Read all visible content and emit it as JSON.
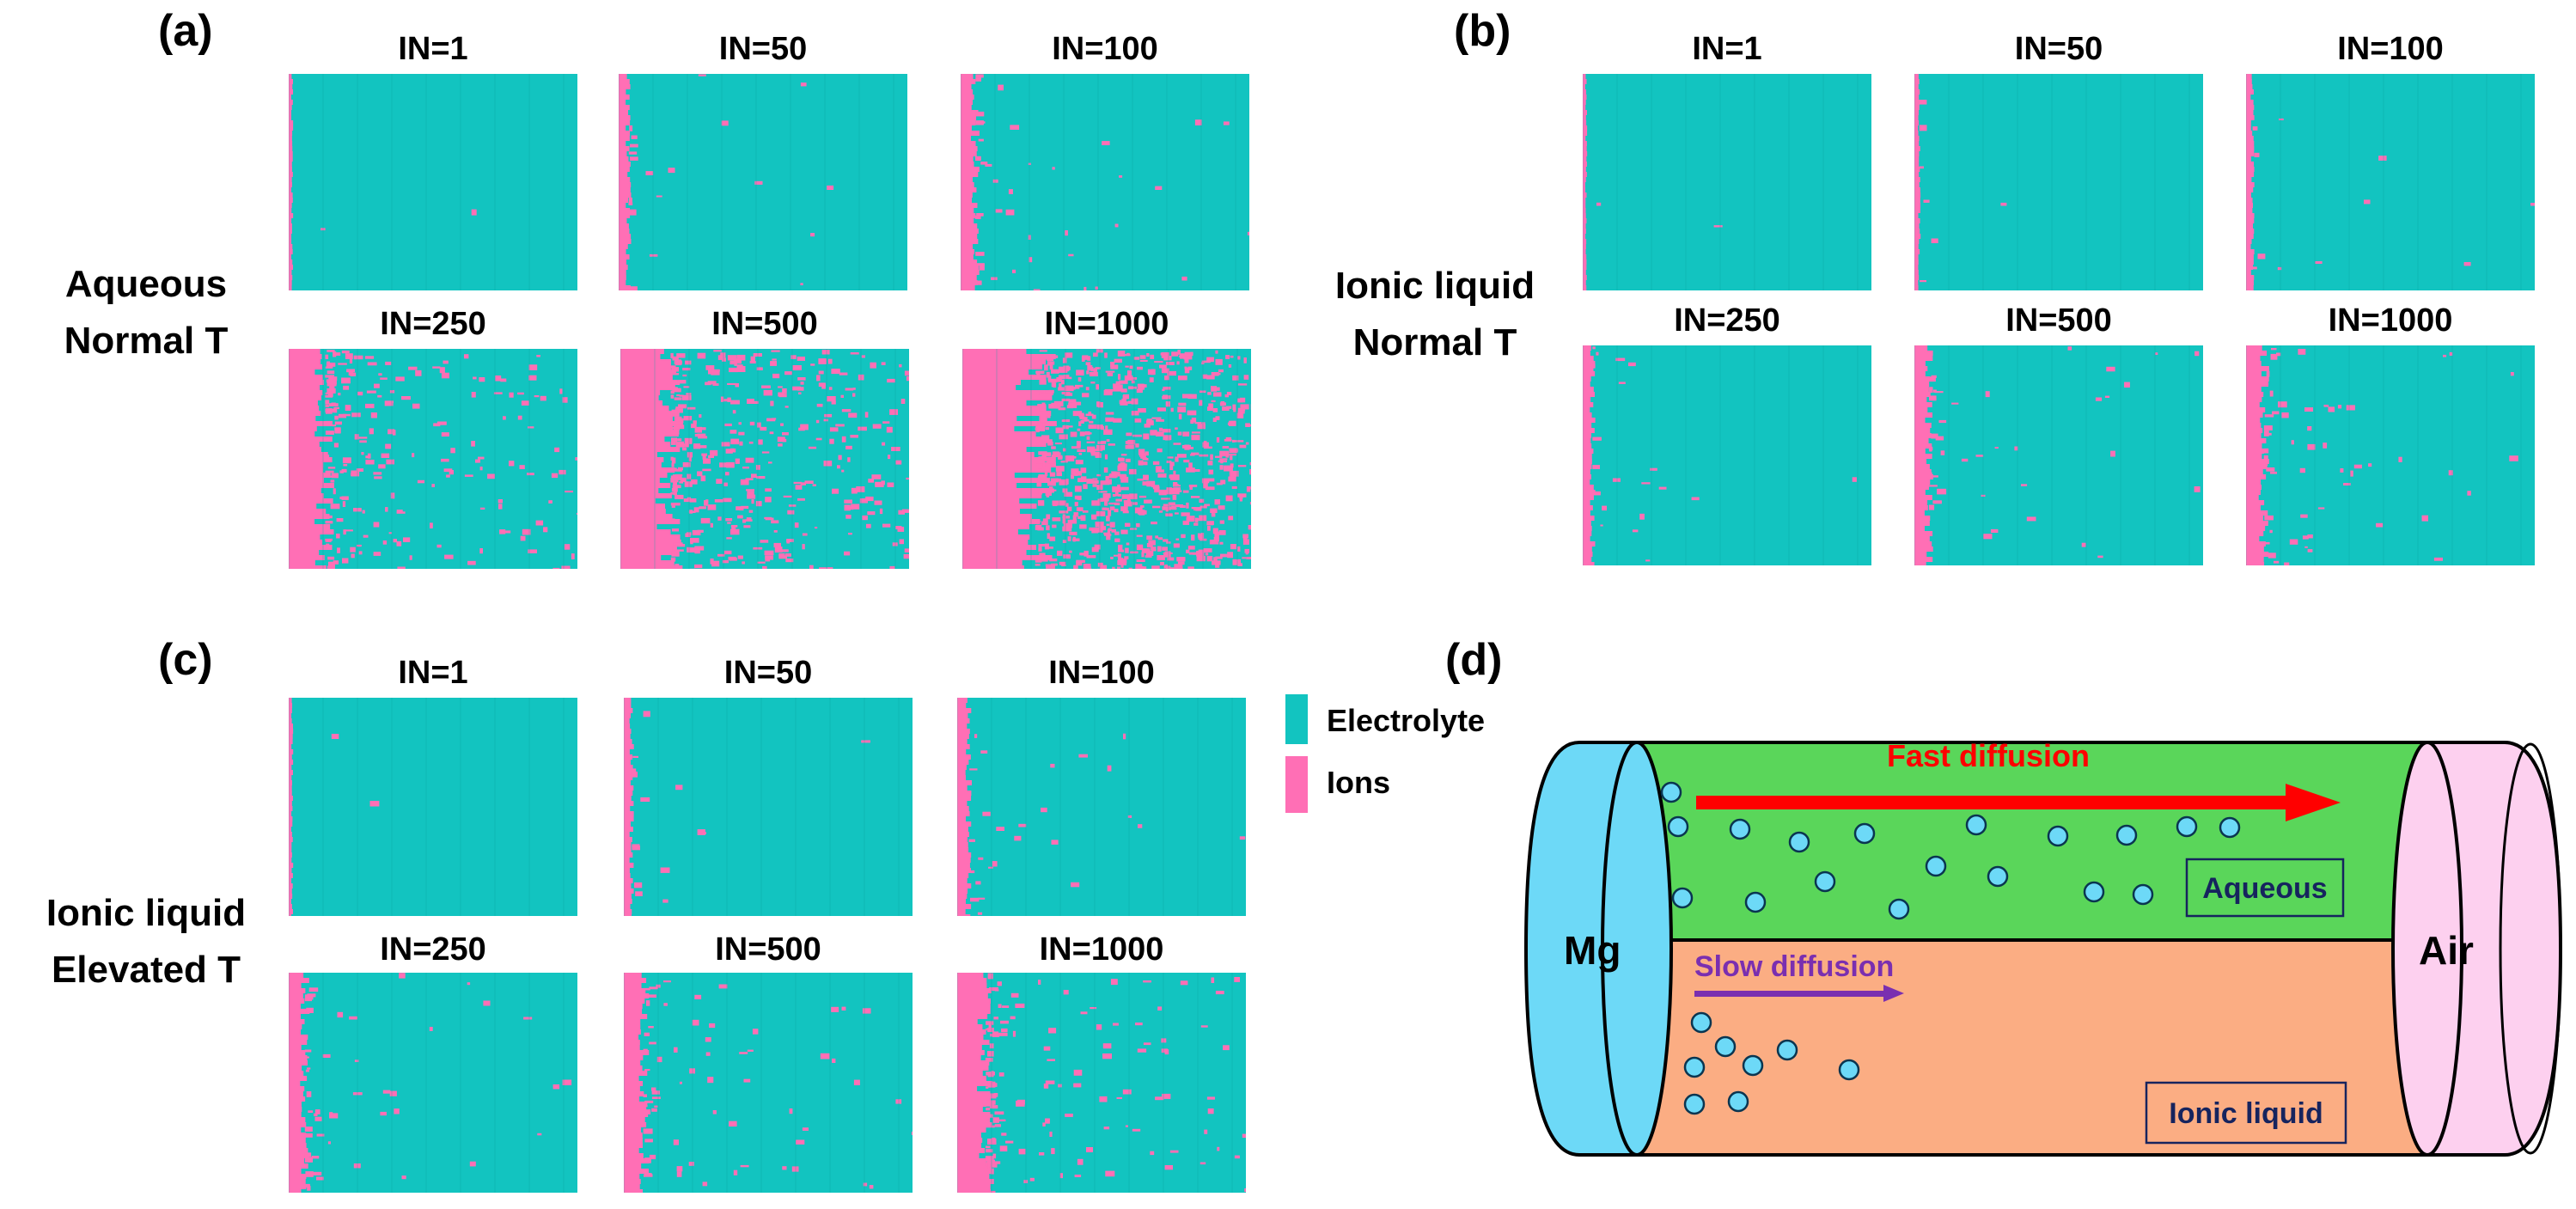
{
  "panels": [
    {
      "label": "(a)",
      "row_label": [
        "Aqueous",
        "Normal T"
      ],
      "snapshots": [
        {
          "title": "IN=1",
          "ion_level": 0.02
        },
        {
          "title": "IN=50",
          "ion_level": 0.12
        },
        {
          "title": "IN=100",
          "ion_level": 0.18
        },
        {
          "title": "IN=250",
          "ion_level": 0.45
        },
        {
          "title": "IN=500",
          "ion_level": 0.62
        },
        {
          "title": "IN=1000",
          "ion_level": 0.9
        }
      ]
    },
    {
      "label": "(b)",
      "row_label": [
        "Ionic liquid",
        "Normal T"
      ],
      "snapshots": [
        {
          "title": "IN=1",
          "ion_level": 0.02
        },
        {
          "title": "IN=50",
          "ion_level": 0.06
        },
        {
          "title": "IN=100",
          "ion_level": 0.08
        },
        {
          "title": "IN=250",
          "ion_level": 0.12
        },
        {
          "title": "IN=500",
          "ion_level": 0.18
        },
        {
          "title": "IN=1000",
          "ion_level": 0.22
        }
      ]
    },
    {
      "label": "(c)",
      "row_label": [
        "Ionic liquid",
        "Elevated T"
      ],
      "snapshots": [
        {
          "title": "IN=1",
          "ion_level": 0.02
        },
        {
          "title": "IN=50",
          "ion_level": 0.1
        },
        {
          "title": "IN=100",
          "ion_level": 0.14
        },
        {
          "title": "IN=250",
          "ion_level": 0.2
        },
        {
          "title": "IN=500",
          "ion_level": 0.24
        },
        {
          "title": "IN=1000",
          "ion_level": 0.35
        }
      ]
    }
  ],
  "legend": {
    "items": [
      {
        "label": "Electrolyte",
        "color": "#12c4c0"
      },
      {
        "label": "Ions",
        "color": "#ff6fb5"
      }
    ]
  },
  "diagram": {
    "label": "(d)",
    "left_cap": "Mg",
    "right_cap": "Air",
    "top_region": "Aqueous",
    "bottom_region": "Ionic liquid",
    "fast_arrow": "Fast diffusion",
    "slow_arrow": "Slow diffusion",
    "colors": {
      "mg": "#6dd9f7",
      "air": "#fdd0ef",
      "aqueous": "#5ad65a",
      "ionic": "#fbad83",
      "fast": "#ff0000",
      "slow": "#7a2fb0",
      "particle": "#6dd9f7",
      "box_text": "#16245e"
    }
  },
  "colors": {
    "electrolyte": "#12c4c0",
    "ions": "#ff6fb5"
  }
}
